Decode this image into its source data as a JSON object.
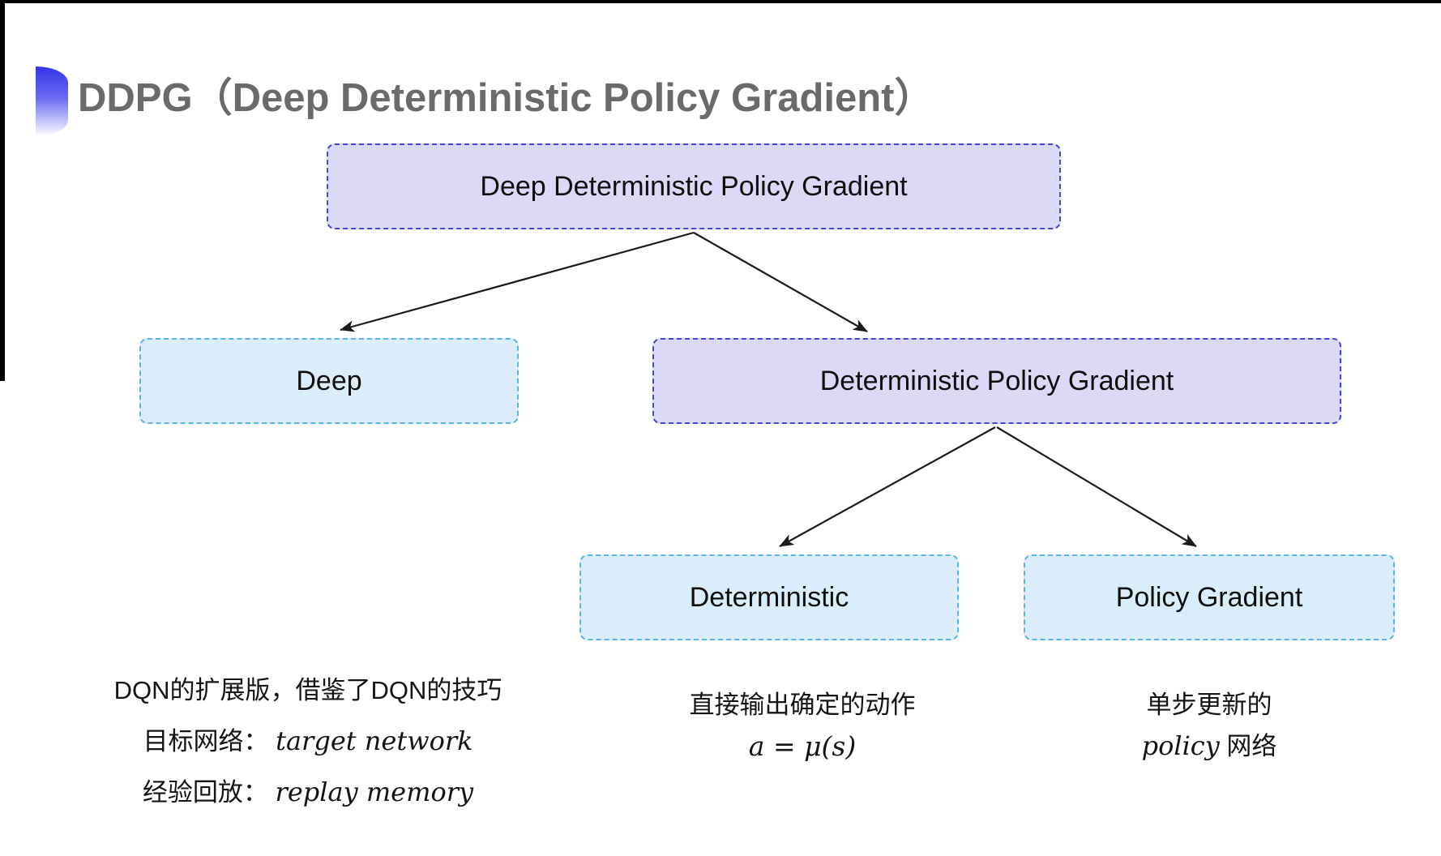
{
  "slide": {
    "title": "DDPG（Deep Deterministic Policy Gradient）"
  },
  "tree": {
    "root": {
      "label": "Deep Deterministic Policy Gradient"
    },
    "children": [
      {
        "label": "Deep"
      },
      {
        "label": "Deterministic Policy Gradient"
      }
    ],
    "grandchildren": [
      {
        "label": "Deterministic"
      },
      {
        "label": "Policy Gradient"
      }
    ]
  },
  "annotations": {
    "dqn_note": {
      "line1": "DQN的扩展版，借鉴了DQN的技巧",
      "target_label": "目标网络：",
      "target_value": "target network",
      "replay_label": "经验回放：",
      "replay_value": "replay memory"
    },
    "deterministic_note": {
      "line1": "直接输出确定的动作",
      "formula": "a = μ(s)"
    },
    "policy_note": {
      "line1": "单步更新的",
      "italic_word": "policy",
      "suffix": " 网络"
    }
  },
  "colors": {
    "lavender-fill": "#dcd9f6",
    "lavender-border": "#4747d1",
    "cyan-fill": "#d9eefa",
    "cyan-border": "#5cb3e4",
    "arrow": "#1a1a1a",
    "title-gray": "#6a6a6a",
    "bullet-blue": "#3434ea"
  }
}
